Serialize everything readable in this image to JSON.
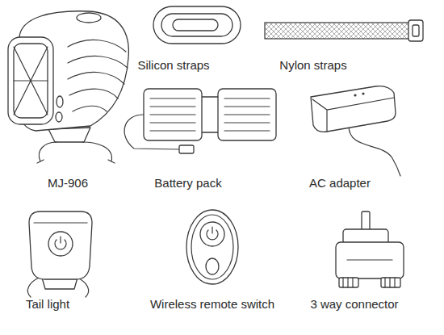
{
  "diagram": {
    "labels": [
      "Silicon straps",
      "Nylon straps",
      "MJ-906",
      "Battery pack",
      "AC adapter",
      "Tail light",
      "Wireless remote switch",
      "3 way connector"
    ]
  }
}
